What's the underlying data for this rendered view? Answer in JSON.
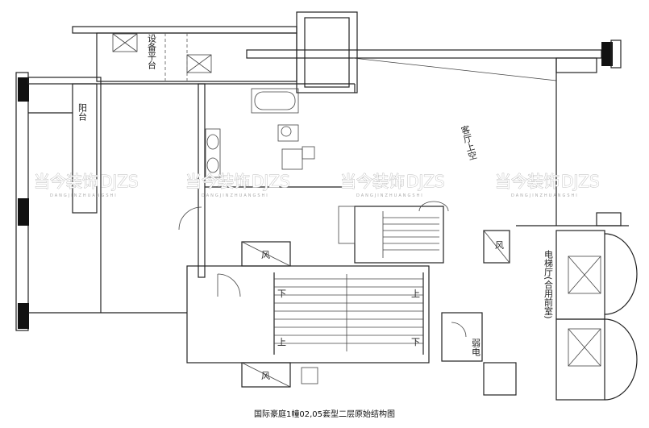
{
  "title": "国际豪庭1幢02,05套型二层原始结构图",
  "rooms": {
    "equipment_platform": "设备平台",
    "balcony": "阳台",
    "living_void": "客厅上空",
    "elevator_hall": "电梯厅(合用前室)",
    "weak_current": "弱电",
    "air_shaft": "风",
    "stair_down": "下",
    "stair_up": "上"
  },
  "watermark": {
    "brand_cn": "当今装饰",
    "brand_en": "DJZS",
    "tagline": "DANGJINZHUANGSHI"
  }
}
